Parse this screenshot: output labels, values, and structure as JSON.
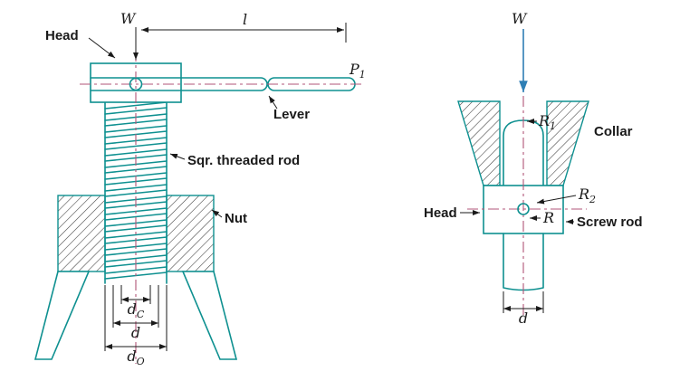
{
  "colors": {
    "outline": "#0e9090",
    "centerline": "#b05578",
    "ink": "#1a1a1a",
    "load_arrow_blue": "#2f7fb5",
    "background": "#ffffff"
  },
  "left": {
    "head_label": "Head",
    "load_label": "W",
    "length_label": "l",
    "force_label": {
      "base": "P",
      "sub": "1"
    },
    "lever_label": "Lever",
    "rod_label": "Sqr. threaded rod",
    "nut_label": "Nut",
    "dim_core": {
      "base": "d",
      "sub": "C"
    },
    "dim_mean": "d",
    "dim_outer": {
      "base": "d",
      "sub": "O"
    }
  },
  "right": {
    "load_label": "W",
    "radius1": {
      "base": "R",
      "sub": "1"
    },
    "collar_label": "Collar",
    "head_label": "Head",
    "radius2": {
      "base": "R",
      "sub": "2"
    },
    "radius": "R",
    "screw_rod_label": "Screw rod",
    "dim_d": "d"
  }
}
